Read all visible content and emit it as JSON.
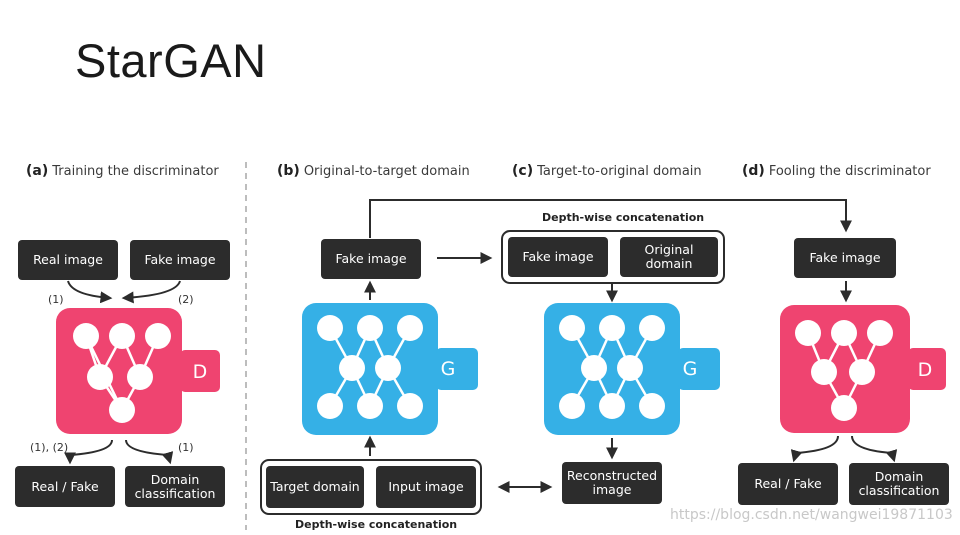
{
  "slide": {
    "title": "StarGAN"
  },
  "panels": {
    "a": {
      "letter": "(a)",
      "title": "Training the discriminator"
    },
    "b": {
      "letter": "(b)",
      "title": "Original-to-target domain"
    },
    "c": {
      "letter": "(c)",
      "title": "Target-to-original domain"
    },
    "d": {
      "letter": "(d)",
      "title": "Fooling the discriminator"
    }
  },
  "panel_a": {
    "real_image": "Real image",
    "fake_image": "Fake image",
    "step_1": "(1)",
    "step_2": "(2)",
    "out_left": "(1), (2)",
    "out_right": "(1)",
    "real_fake": "Real / Fake",
    "domain_classification": "Domain classification",
    "net_label": "D"
  },
  "panel_b": {
    "fake_image": "Fake image",
    "target_domain": "Target domain",
    "input_image": "Input image",
    "caption": "Depth-wise concatenation",
    "net_label": "G"
  },
  "panel_c": {
    "caption": "Depth-wise concatenation",
    "fake_image": "Fake image",
    "original_domain": "Original domain",
    "reconstructed_image": "Reconstructed image",
    "net_label": "G"
  },
  "panel_d": {
    "fake_image": "Fake image",
    "real_fake": "Real / Fake",
    "domain_classification": "Domain classification",
    "net_label": "D"
  },
  "colors": {
    "discriminator": "#ef4470",
    "generator": "#35b0e6",
    "box": "#2c2c2c",
    "arrow": "#2c2c2c"
  },
  "watermark": "https://blog.csdn.net/wangwei19871103"
}
